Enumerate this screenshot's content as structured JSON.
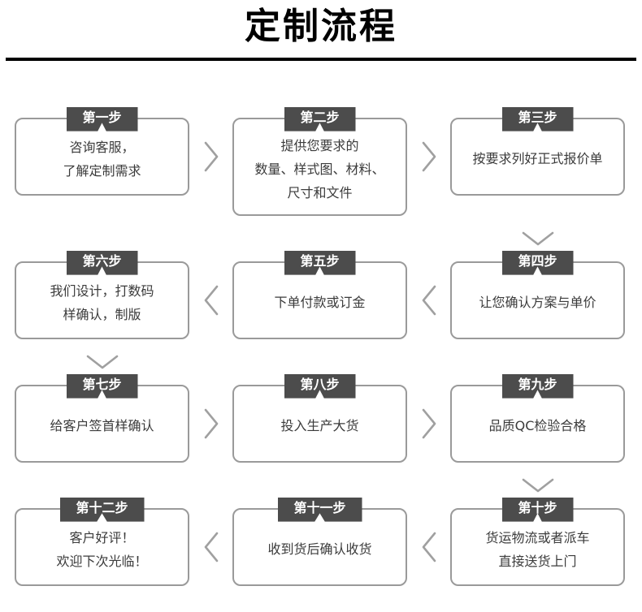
{
  "page": {
    "title": "定制流程"
  },
  "colors": {
    "title": "#000000",
    "ribbon": "#4c4c4c",
    "box_border": "#9a9a9a",
    "arrow": "#a0a0a0",
    "text": "#3b3b3b"
  },
  "rows": [
    {
      "cells": [
        {
          "label": "第一步",
          "lines": [
            "咨询客服，",
            "了解定制需求"
          ]
        },
        {
          "label": "第二步",
          "lines": [
            "提供您要求的",
            "数量、样式图、材料、",
            "尺寸和文件"
          ]
        },
        {
          "label": "第三步",
          "lines": [
            "按要求列好正式报价单"
          ]
        }
      ]
    },
    {
      "cells": [
        {
          "label": "第六步",
          "lines": [
            "我们设计，打数码",
            "样确认，制版"
          ]
        },
        {
          "label": "第五步",
          "lines": [
            "下单付款或订金"
          ]
        },
        {
          "label": "第四步",
          "lines": [
            "让您确认方案与单价"
          ]
        }
      ]
    },
    {
      "cells": [
        {
          "label": "第七步",
          "lines": [
            "给客户签首样确认"
          ]
        },
        {
          "label": "第八步",
          "lines": [
            "投入生产大货"
          ]
        },
        {
          "label": "第九步",
          "lines": [
            "品质QC检验合格"
          ]
        }
      ]
    },
    {
      "cells": [
        {
          "label": "第十二步",
          "lines": [
            "客户好评！",
            "欢迎下次光临！"
          ]
        },
        {
          "label": "第十一步",
          "lines": [
            "收到货后确认收货"
          ]
        },
        {
          "label": "第十步",
          "lines": [
            "货运物流或者派车",
            "直接送货上门"
          ]
        }
      ]
    }
  ]
}
